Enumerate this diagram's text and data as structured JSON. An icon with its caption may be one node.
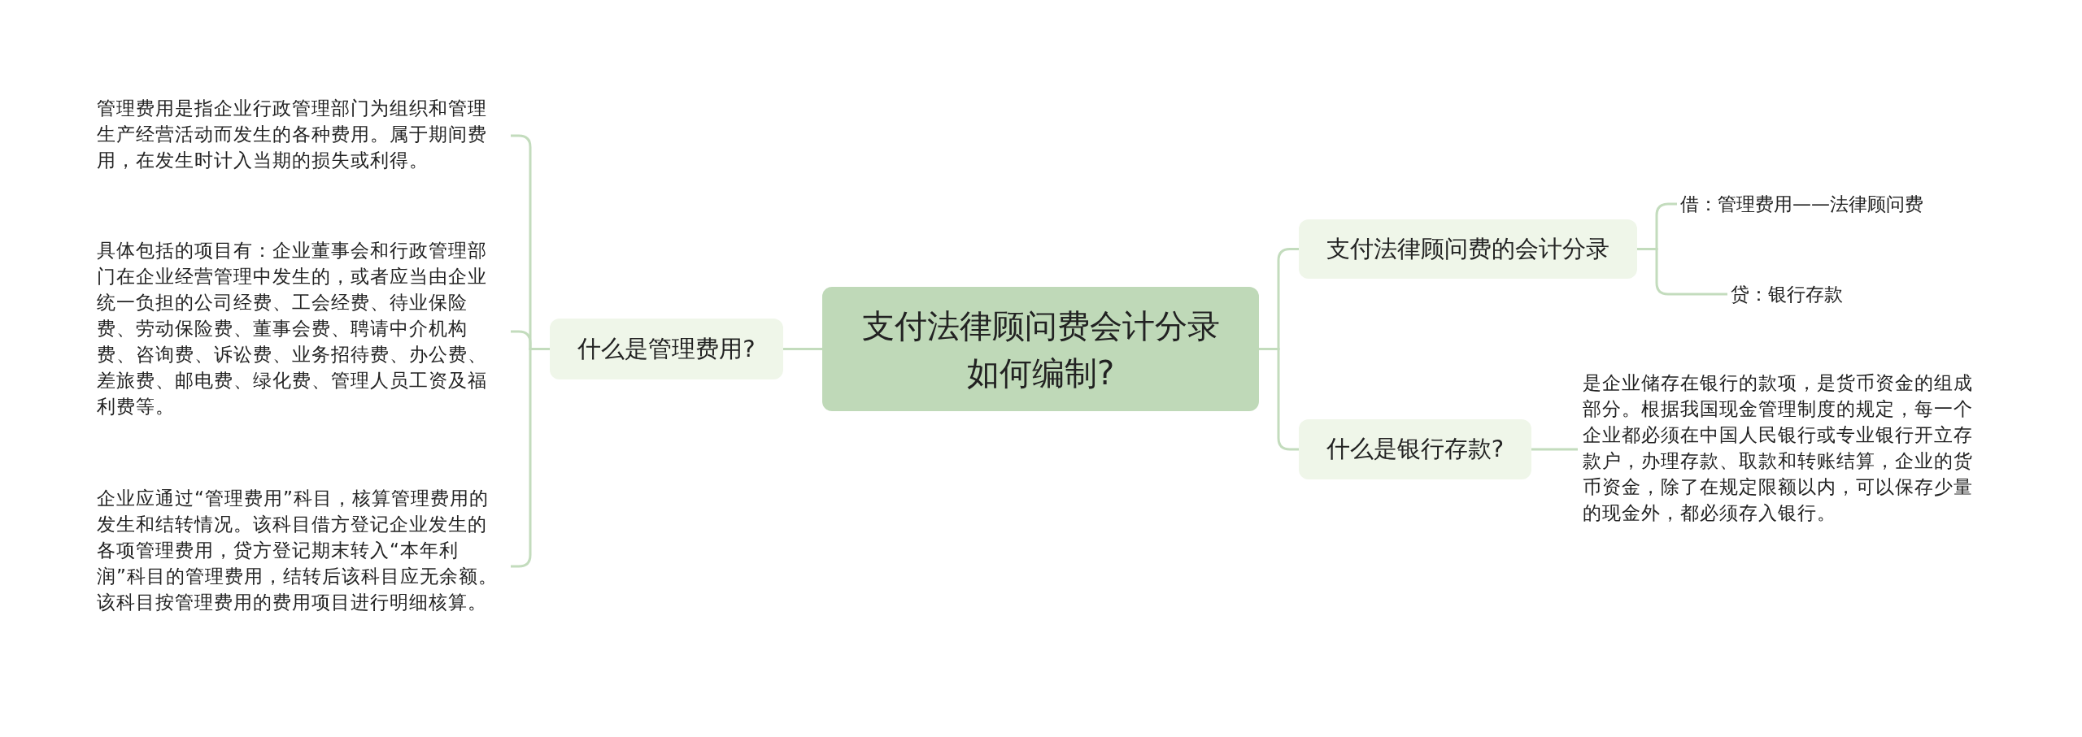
{
  "diagram": {
    "nodes": [
      {
        "text": [
          "支付法律顾问费会计分录如何编制?"
        ]
      },
      {
        "text": [
          "什么是管理费用?"
        ]
      },
      {
        "text": [
          "管理费用是指企业行政管理部门为组织和管理生产经营活动而发生的各种费用。属于期间费用，在发生时计入当期的损失或利得。"
        ]
      },
      {
        "text": [
          "具体包括的项目有：企业董事会和行政管理部门在企业经营管理中发生的，或者应当由企业统一负担的公司经费、工会经费、待业保险费、劳动保险费、董事会费、聘请中介机构费、咨询费、诉讼费、业务招待费、办公费、差旅费、邮电费、绿化费、管理人员工资及福利费等。"
        ]
      },
      {
        "text": [
          "企业应通过“管理费用”科目，核算管理费用的发生和结转情况。该科目借方登记企业发生的各项管理费用，贷方登记期末转入“本年利润”科目的管理费用，结转后该科目应无余额。该科目按管理费用的费用项目进行明细核算。"
        ]
      },
      {
        "text": [
          "支付法律顾问费的会计分录"
        ]
      },
      {
        "text": [
          "借：管理费用——法律顾问费"
        ]
      },
      {
        "text": [
          "贷：银行存款"
        ]
      },
      {
        "text": [
          "什么是银行存款?"
        ]
      },
      {
        "text": [
          "是企业储存在银行的款项，是货币资金的组成部分。根据我国现金管理制度的规定，每一个企业都必须在中国人民银行或专业银行开立存款户，办理存款、取款和转账结算，企业的货币资金，除了在规定限额以内，可以保存少量的现金外，都必须存入银行。"
        ]
      }
    ],
    "edges": [
      {
        "from": 0,
        "to": 1,
        "arrow": "none"
      },
      {
        "from": 1,
        "to": 2,
        "arrow": "none"
      },
      {
        "from": 1,
        "to": 3,
        "arrow": "none"
      },
      {
        "from": 1,
        "to": 4,
        "arrow": "none"
      },
      {
        "from": 0,
        "to": 5,
        "arrow": "none"
      },
      {
        "from": 5,
        "to": 6,
        "arrow": "none"
      },
      {
        "from": 5,
        "to": 7,
        "arrow": "none"
      },
      {
        "from": 0,
        "to": 8,
        "arrow": "none"
      },
      {
        "from": 8,
        "to": 9,
        "arrow": "none"
      }
    ]
  }
}
